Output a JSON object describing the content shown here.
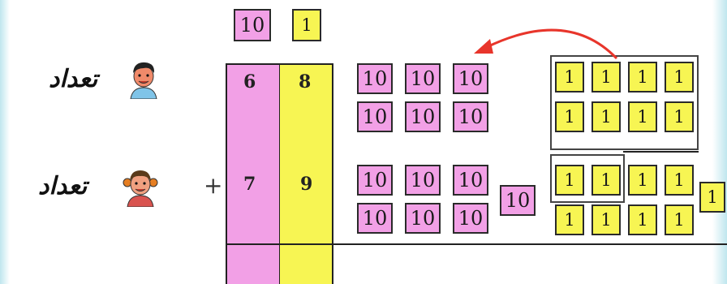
{
  "header": {
    "tens_label": "10",
    "ones_label": "1"
  },
  "rows": [
    {
      "label": "تعداد",
      "tens": "6",
      "ones": "8"
    },
    {
      "label": "تعداد",
      "tens": "7",
      "ones": "9"
    }
  ],
  "operator": "+",
  "tile_values": {
    "ten": "10",
    "one": "1"
  },
  "colors": {
    "tens": "#f2a0e6",
    "ones": "#f7f553",
    "arrow": "#e8352b"
  }
}
